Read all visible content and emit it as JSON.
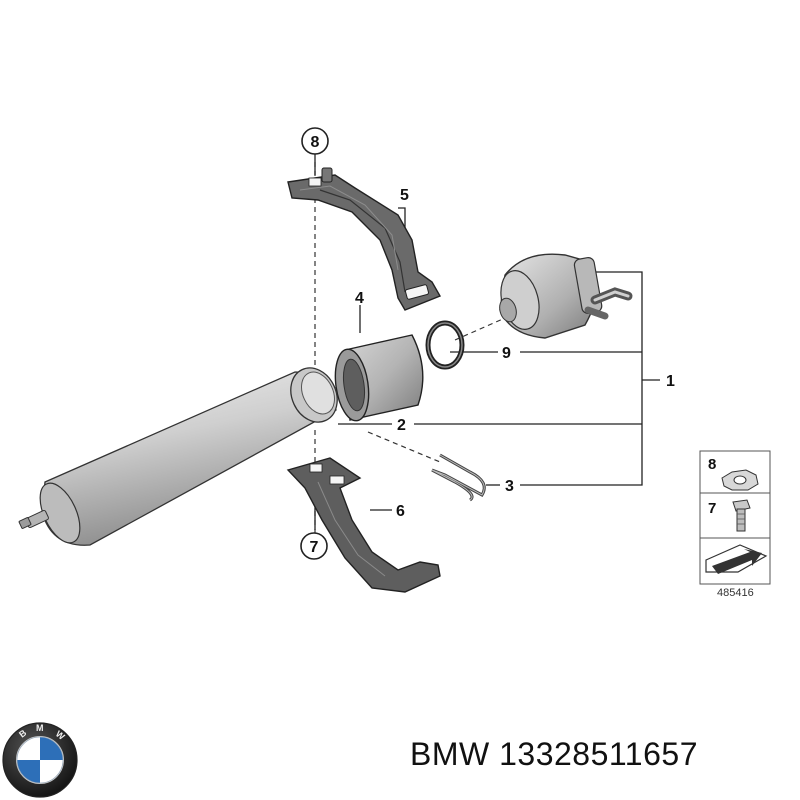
{
  "diagram": {
    "callouts": {
      "c1": "1",
      "c2": "2",
      "c3": "3",
      "c4": "4",
      "c5": "5",
      "c6": "6",
      "c7": "7",
      "c8": "8",
      "c9": "9"
    },
    "legend": {
      "item_8": "8",
      "item_7": "7",
      "ref_number": "485416"
    }
  },
  "footer": {
    "brand_text": "BMW 13328511657",
    "logo_letters": "BMW"
  }
}
